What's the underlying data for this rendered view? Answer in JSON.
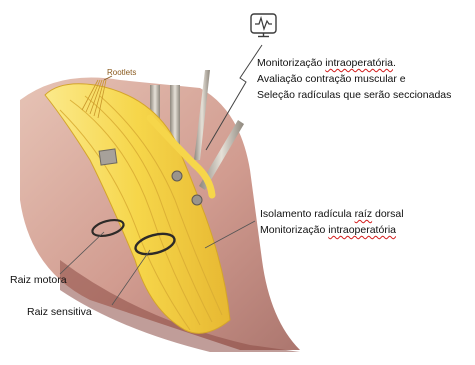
{
  "figure": {
    "monitor_icon": "monitor-waveform-icon",
    "rootlets_label": "Rootlets",
    "annotation_top": {
      "line1_a": "Monitorização ",
      "line1_b": "intraoperatória",
      "line1_c": ".",
      "line2": "Avaliação contração muscular e",
      "line3": "Seleção radículas que serão seccionadas"
    },
    "annotation_mid": {
      "line1_a": "Isolamento radícula ",
      "line1_b": "raíz",
      "line1_c": " dorsal",
      "line2_a": "Monitorização ",
      "line2_b": "intraoperatória"
    },
    "label_motor": "Raiz motora",
    "label_sensory": "Raiz sensitiva"
  },
  "colors": {
    "nerve_yellow": "#f6d64a",
    "nerve_light": "#fbe98a",
    "tissue_pink": "#c98a7c",
    "tissue_dark": "#a4625a",
    "instrument_gray": "#b9b3a8",
    "rootlet_orange": "#c9962a",
    "spellcheck_red": "#d21a1a"
  }
}
